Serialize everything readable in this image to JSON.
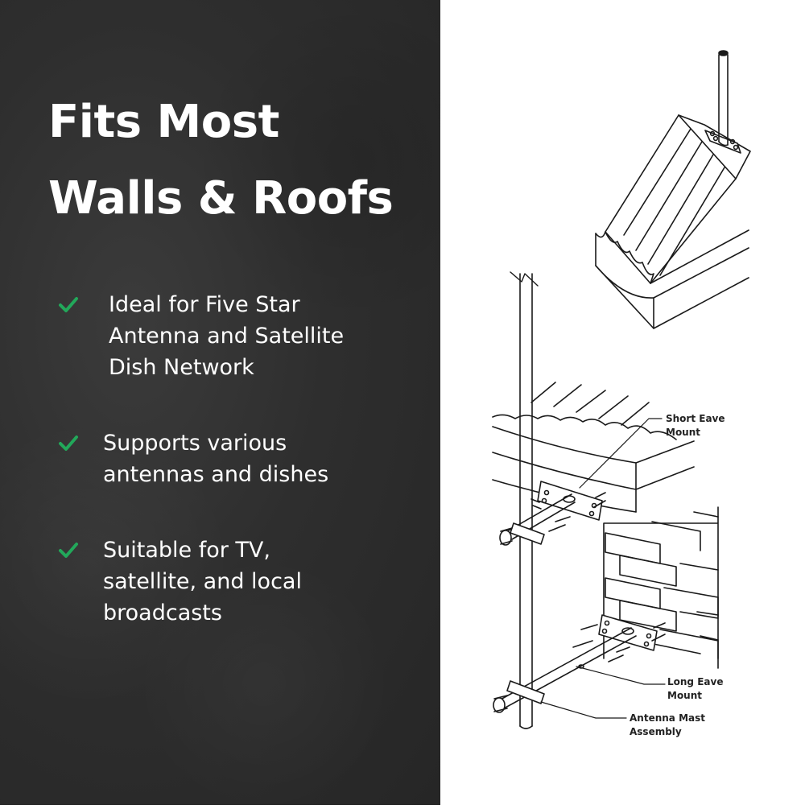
{
  "heading": {
    "line1": "Fits Most",
    "line2": "Walls & Roofs"
  },
  "features": [
    {
      "icon": "checkmark-icon",
      "lines": [
        "Ideal for Five Star",
        "Antenna and Satellite",
        "Dish Network"
      ]
    },
    {
      "icon": "checkmark-icon",
      "lines": [
        "Supports various",
        "antennas and dishes"
      ]
    },
    {
      "icon": "checkmark-icon",
      "lines": [
        "Suitable for TV,",
        "satellite, and local",
        "broadcasts"
      ]
    }
  ],
  "diagram": {
    "labels": {
      "short_eave": [
        "Short Eave",
        "Mount"
      ],
      "long_eave": [
        "Long Eave",
        "Mount"
      ],
      "mast": [
        "Antenna Mast",
        "Assembly"
      ]
    }
  },
  "colors": {
    "background_dark": "#2e2e2e",
    "check_green": "#22a85a",
    "text": "#ffffff",
    "line_art": "#1a1a1a"
  }
}
